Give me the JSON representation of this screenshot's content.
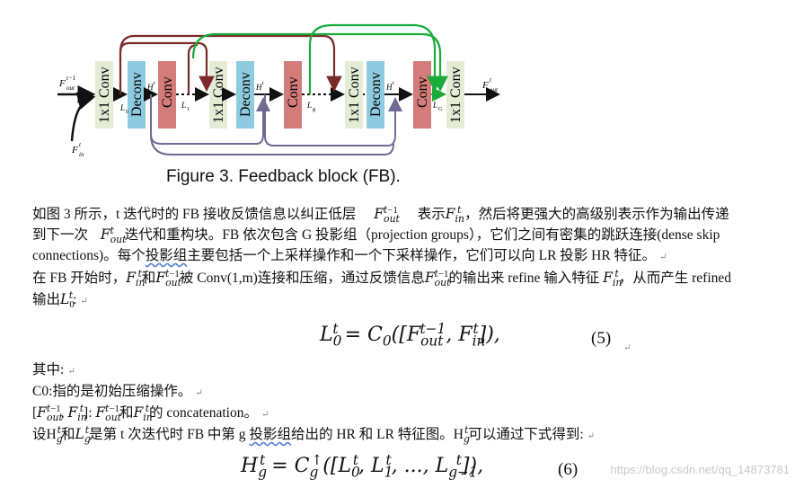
{
  "figure": {
    "blocks": [
      {
        "label": "1x1 Conv",
        "kind": "conv1x1"
      },
      {
        "label": "Deconv",
        "kind": "deconv"
      },
      {
        "label": "Conv",
        "kind": "conv"
      },
      {
        "label": "1x1 Conv",
        "kind": "conv1x1"
      },
      {
        "label": "Deconv",
        "kind": "deconv"
      },
      {
        "label": "Conv",
        "kind": "conv"
      },
      {
        "label": "1x1 Conv",
        "kind": "conv1x1"
      },
      {
        "label": "Deconv",
        "kind": "deconv"
      },
      {
        "label": "Conv",
        "kind": "conv"
      },
      {
        "label": "1x1 Conv",
        "kind": "conv1x1"
      }
    ],
    "input_label": "F_out^{t-1}",
    "input2_label": "F_in^t",
    "output_label": "F_out^t",
    "caption": "Figure 3. Feedback block (FB).",
    "colors": {
      "conv1x1": "#e4ecd5",
      "deconv": "#8fcbe0",
      "conv": "#d47c79",
      "red_arrow": "#7a2a2a",
      "green_arrow": "#1aab3a",
      "purple_arrow": "#6f6a92"
    }
  },
  "text": {
    "p1_a": "如图 3 所示，t 迭代时的 FB 接收反馈信息以纠正低层",
    "p1_b": "表示",
    "p1_c": "，然后将更强大的高级别表示作为输出传递",
    "p2_a": "到下一次",
    "p2_b": "迭代和重构块。FB 依次包含 G 投影组（projection groups），它们之间有密集的跳跃连接(dense skip",
    "p3_a": "connections)。每个",
    "p3_b": "投影组",
    "p3_c": "主要包括一个上采样操作和一个下采样操作，它们可以向 LR 投影 HR 特征。",
    "p4_a": "在 FB 开始时，",
    "p4_b": "和",
    "p4_c": "被 Conv(1,m)连接和压缩，通过反馈信息",
    "p4_d": "的输出来 refine 输入特征",
    "p4_e": "，从而产生 refined",
    "p5_a": "输出",
    "p5_b": ":",
    "eq5_num": "(5)",
    "where": "其中:",
    "c0": "C0:指的是初始压缩操作。",
    "concat_a": ":",
    "concat_b": "和",
    "concat_c": "的 concatenation。",
    "sethg_a": "设",
    "sethg_b": "和",
    "sethg_c": "是第 t 次迭代时 FB 中第 g",
    "sethg_d": "投影组",
    "sethg_e": "给出的 HR 和 LR 特征图。",
    "sethg_f": "可以通过下式得到:",
    "eq6_num": "(6)",
    "watermark": "https://blog.csdn.net/qq_14873781"
  }
}
